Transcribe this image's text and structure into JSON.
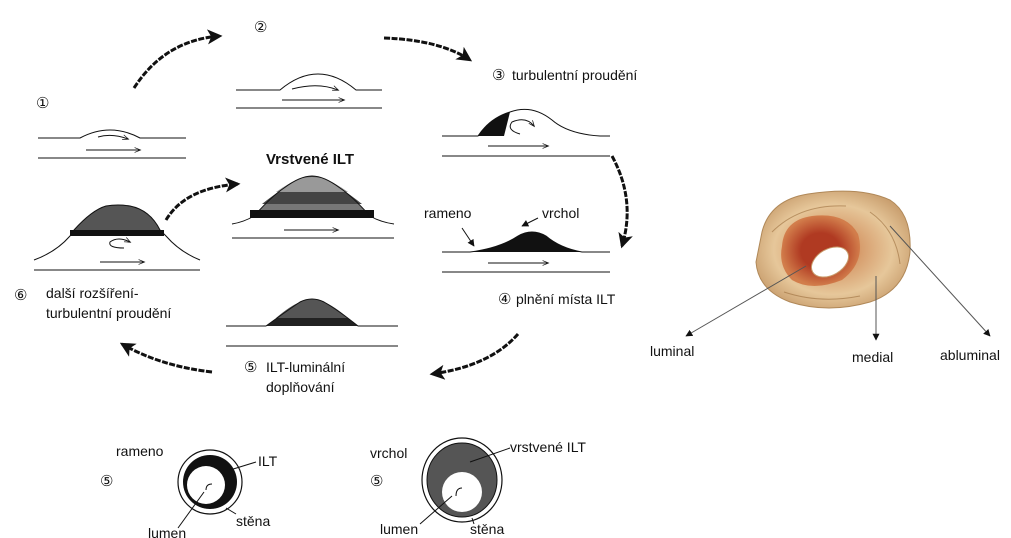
{
  "steps": {
    "s1": {
      "num": "①"
    },
    "s2": {
      "num": "②"
    },
    "s3": {
      "num": "③",
      "label": "turbulentní proudění"
    },
    "s4": {
      "num": "④",
      "label": "plnění místa ILT",
      "rameno": "rameno",
      "vrchol": "vrchol"
    },
    "s5": {
      "num": "⑤",
      "line1": "ILT-luminální",
      "line2": "doplňování"
    },
    "s6": {
      "num": "⑥",
      "line1": "další rozšíření-",
      "line2": "turbulentní proudění"
    }
  },
  "layered_title": "Vrstvené ILT",
  "cross_sections": {
    "left": {
      "num": "⑤",
      "top": "rameno",
      "ilt": "ILT",
      "lumen": "lumen",
      "wall": "stěna"
    },
    "right": {
      "num": "⑤",
      "top": "vrchol",
      "ilt": "vrstvené ILT",
      "lumen": "lumen",
      "wall": "stěna"
    }
  },
  "photo_labels": {
    "luminal": "luminal",
    "medial": "medial",
    "abluminal": "abluminal"
  }
}
